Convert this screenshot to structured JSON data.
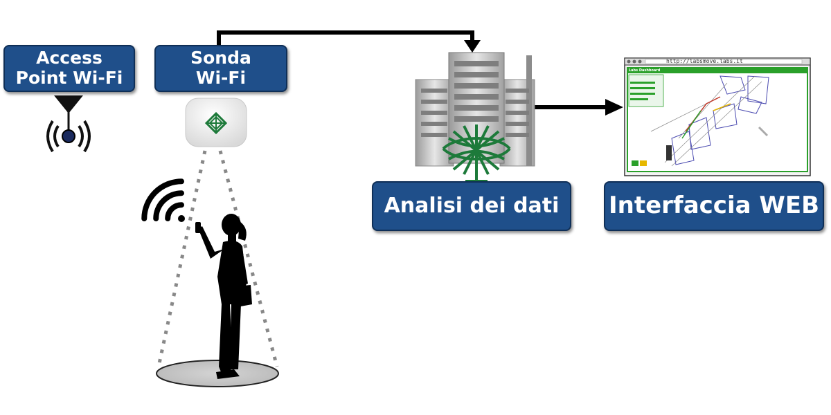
{
  "labels": {
    "access_point": [
      "Access",
      "Point Wi-Fi"
    ],
    "probe": [
      "Sonda",
      "Wi-Fi"
    ],
    "analysis": "Analisi dei dati",
    "web": "Interfaccia WEB"
  },
  "browser": {
    "url": "http://labsmove.labs.it",
    "app_title": "Labs Dashboard"
  },
  "colors": {
    "label_fill": "#1f4f8a",
    "label_border": "#0f2f57",
    "logo_green": "#1d7a3a",
    "web_green": "#2aa02a"
  },
  "icons": [
    "access-point-icon",
    "wifi-probe-icon",
    "server-icon",
    "browser-window-icon",
    "wifi-signal-icon",
    "person-silhouette-icon"
  ]
}
